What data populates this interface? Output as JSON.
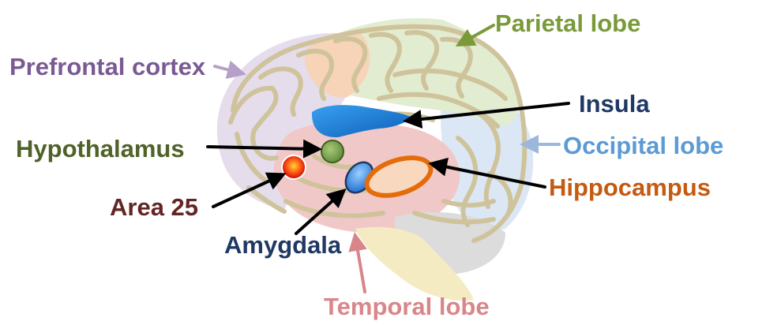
{
  "labels": {
    "prefrontal_cortex": "Prefrontal cortex",
    "parietal_lobe": "Parietal lobe",
    "insula": "Insula",
    "occipital_lobe": "Occipital lobe",
    "hypothalamus": "Hypothalamus",
    "hippocampus": "Hippocampus",
    "area_25": "Area 25",
    "amygdala": "Amygdala",
    "temporal_lobe": "Temporal lobe"
  },
  "colors": {
    "prefrontal_cortex": "#7b5a93",
    "parietal_lobe": "#7a9a3a",
    "insula": "#1f3864",
    "occipital_lobe": "#5b9bd5",
    "hypothalamus": "#4f6228",
    "hippocampus": "#c55a11",
    "area_25": "#632523",
    "amygdala": "#1f3864",
    "temporal_lobe": "#d9868a"
  }
}
